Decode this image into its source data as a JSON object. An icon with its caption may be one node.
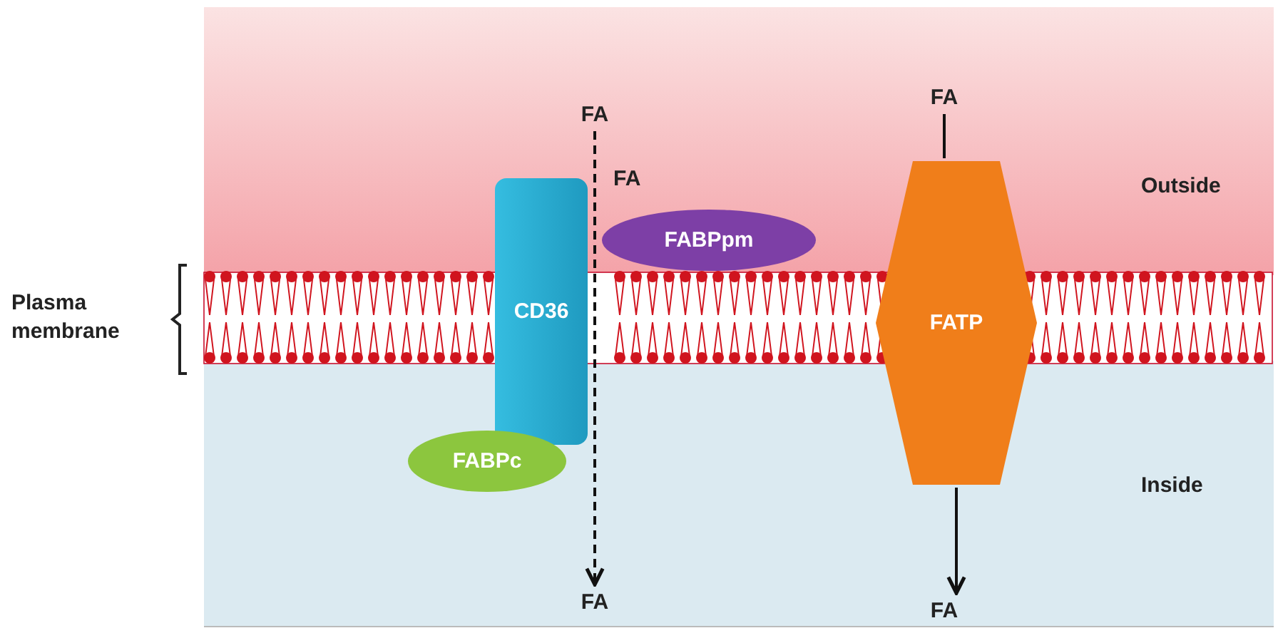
{
  "diagram": {
    "nodes": [
      {
        "text": [
          "FA"
        ]
      },
      {
        "text": [
          "CD36"
        ]
      },
      {
        "text": [
          "FABPpm"
        ]
      },
      {
        "text": [
          "FABPc"
        ]
      },
      {
        "text": [
          "FA"
        ]
      },
      {
        "text": [
          "FA"
        ]
      },
      {
        "text": [
          "FATP"
        ]
      },
      {
        "text": [
          "FA"
        ]
      }
    ],
    "edges": [
      {
        "from": 0,
        "to": 4,
        "arrow": "to",
        "style": "dashed"
      },
      {
        "from": 5,
        "to": 6,
        "arrow": "none"
      },
      {
        "from": 6,
        "to": 7,
        "arrow": "to"
      }
    ],
    "labels": [
      "FA",
      "Outside",
      "Plasma membrane",
      "Inside"
    ]
  }
}
